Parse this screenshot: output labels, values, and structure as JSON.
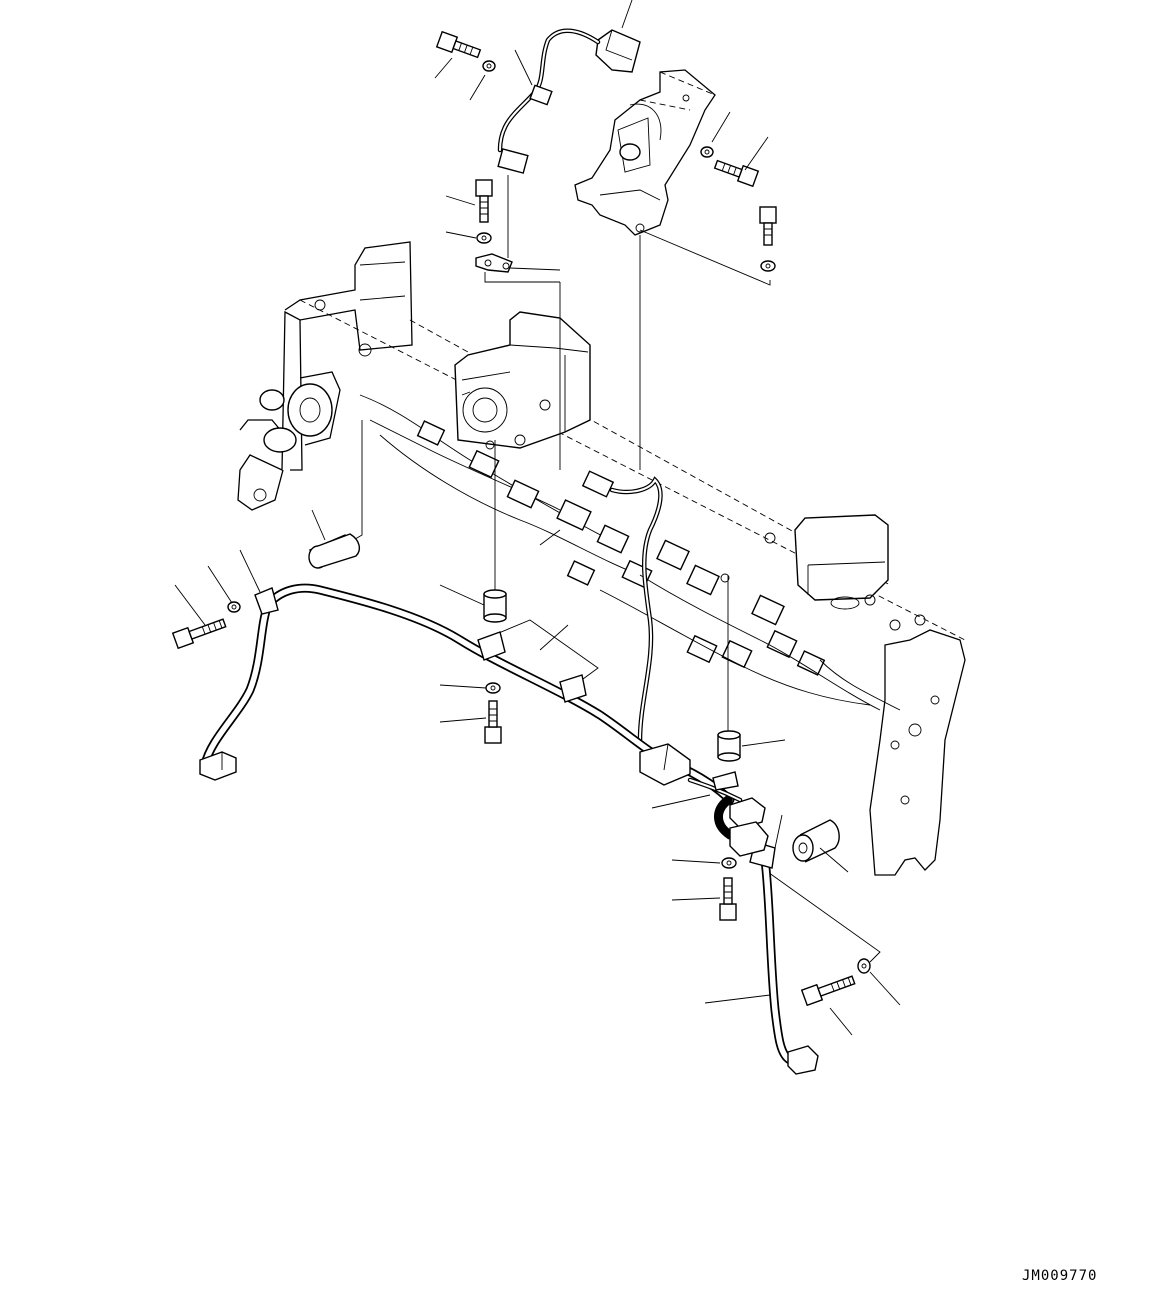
{
  "drawing": {
    "code": "JM009770"
  },
  "icons": {
    "frame": "dashboard-frame-outline",
    "harness": "wiring-harness",
    "bolt": "bolt-icon",
    "washer": "washer-icon",
    "spacer": "spacer-collar-icon",
    "connector": "connector-icon",
    "clamp": "clamp-icon"
  }
}
